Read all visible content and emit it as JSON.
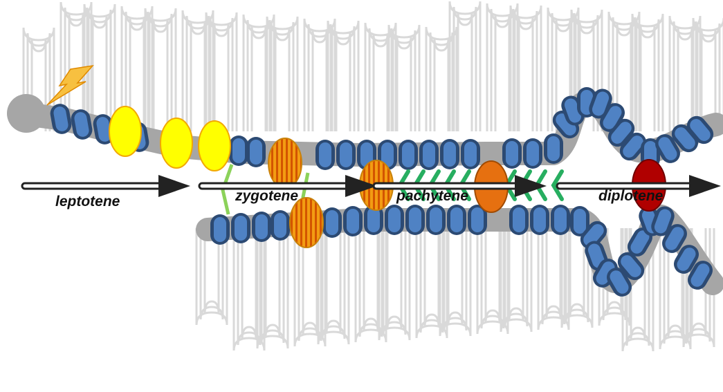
{
  "stages": [
    {
      "key": "leptotene",
      "label": "leptotene"
    },
    {
      "key": "zygotene",
      "label": "zygotene"
    },
    {
      "key": "pachytene",
      "label": "pachytene"
    },
    {
      "key": "diplotene",
      "label": "diplotene"
    }
  ],
  "colors": {
    "loops": "#d9d9d9",
    "axis": "#a6a6a6",
    "bead_dark": "#2c4a73",
    "bead_light": "#4f82c4",
    "bead_highlight": "#6fa0dc",
    "yellow_focus": "#ffff00",
    "yellow_outline": "#f2a800",
    "striped_focus": "#f39c12",
    "stripe": "#d35400",
    "orange_focus": "#e67010",
    "red_focus": "#b00000",
    "sc_green": "#27ae60",
    "zygotene_green": "#8cd25a",
    "arrow": "#222222",
    "dsb_bolt": "#f7c040"
  },
  "icons": {
    "dsb": "lightning-bolt-icon",
    "progress": "arrow-right-icon"
  }
}
